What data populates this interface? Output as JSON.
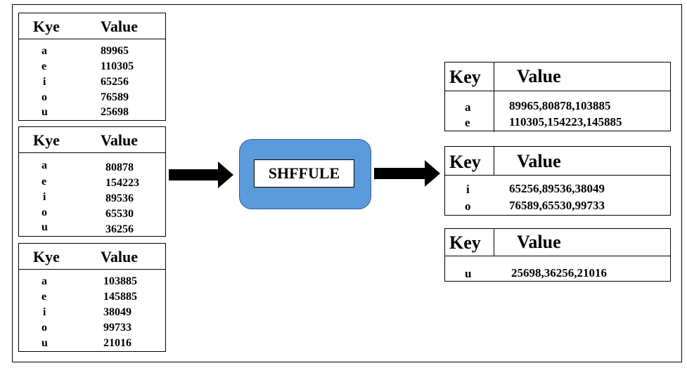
{
  "input_tables": [
    {
      "key_header": "Kye",
      "value_header": "Value",
      "keys": [
        "a",
        "e",
        "i",
        "o",
        "u"
      ],
      "values": [
        "89965",
        "110305",
        "65256",
        "76589",
        "25698"
      ]
    },
    {
      "key_header": "Kye",
      "value_header": "Value",
      "keys": [
        "a",
        "e",
        "i",
        "o",
        "u"
      ],
      "values": [
        "80878",
        "154223",
        "89536",
        "65530",
        "36256"
      ]
    },
    {
      "key_header": "Kye",
      "value_header": "Value",
      "keys": [
        "a",
        "e",
        "i",
        "o",
        "u"
      ],
      "values": [
        "103885",
        "145885",
        "38049",
        "99733",
        "21016"
      ]
    }
  ],
  "process": {
    "label": "SHFFULE",
    "fill_color": "#5b9bdc"
  },
  "output_tables": [
    {
      "key_header": "Key",
      "value_header": "Value",
      "keys": [
        "a",
        "e"
      ],
      "values": [
        "89965,80878,103885",
        "110305,154223,145885"
      ]
    },
    {
      "key_header": "Key",
      "value_header": "Value",
      "keys": [
        "i",
        "o"
      ],
      "values": [
        "65256,89536,38049",
        "76589,65530,99733"
      ]
    },
    {
      "key_header": "Key",
      "value_header": "Value",
      "keys": [
        "u"
      ],
      "values": [
        "25698,36256,21016"
      ]
    }
  ]
}
